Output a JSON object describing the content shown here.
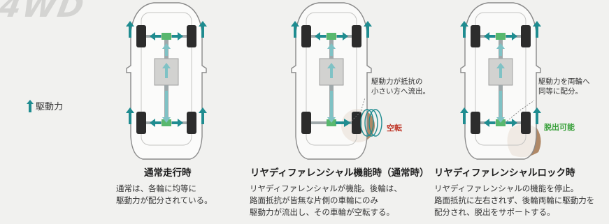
{
  "colors": {
    "arrow": "#1f8c90",
    "arrow_light": "#7fc2c5",
    "shaft": "#9fa8aa",
    "tire": "#2c2c2c",
    "outline": "#8a8a8a",
    "mud": "#b08866",
    "spin_text": "#c0392b",
    "escape_text": "#38a03a",
    "diff": "#58b86e"
  },
  "legend": {
    "icon": "up-arrow-icon",
    "label": "駆動力"
  },
  "panels": [
    {
      "title": "通常走行時",
      "desc": [
        "通常は、各輪に均等に",
        "駆動力が配分されている。"
      ]
    },
    {
      "title": "リヤディファレンシャル機能時（通常時）",
      "desc": [
        "リヤディファレンシャルが機能。後輪は、",
        "路面抵抗が皆無な片側の車輪にのみ",
        "駆動力が流出し、その車輪が空転する。"
      ],
      "note": [
        "駆動力が抵抗の",
        "小さい方へ流出。"
      ],
      "tag": "空転"
    },
    {
      "title": "リヤディファレンシャルロック時",
      "desc": [
        "リヤディファレンシャルの機能を停止。",
        "路面抵抗に左右されず、後輪両輪に駆動力を",
        "配分され、脱出をサポートする。"
      ],
      "note": [
        "駆動力を両輪へ",
        "同等に配分。"
      ],
      "tag": "脱出可能"
    }
  ]
}
